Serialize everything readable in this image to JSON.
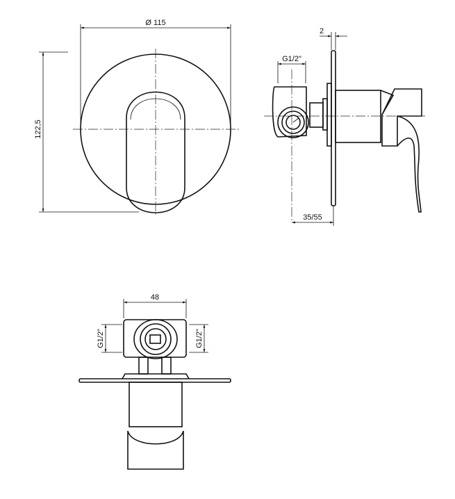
{
  "dimensions": {
    "front_diameter": "Ø 115",
    "front_height": "122,5",
    "side_plate_thickness": "2",
    "side_thread": "G1/2\"",
    "side_depth": "35/55",
    "bottom_width": "48",
    "bottom_thread_left": "G1/2\"",
    "bottom_thread_right": "G1/2\""
  }
}
